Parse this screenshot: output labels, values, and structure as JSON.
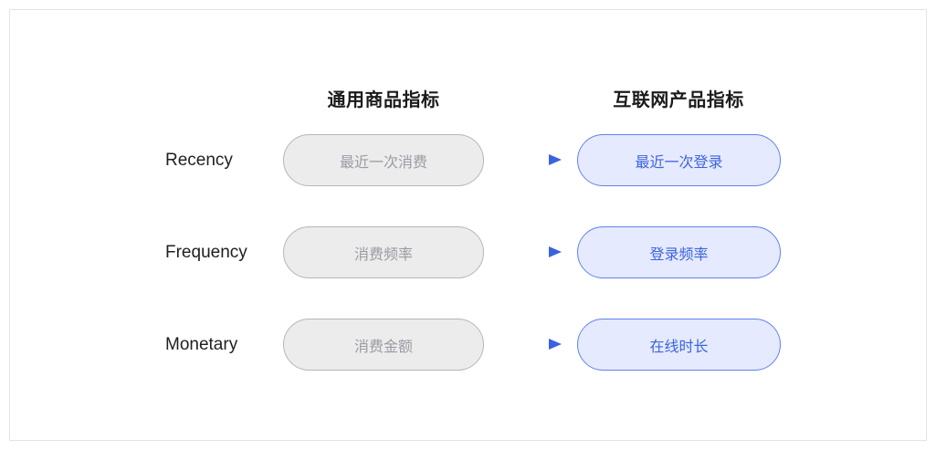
{
  "diagram": {
    "title_left": "通用商品指标",
    "title_right": "互联网产品指标",
    "colors": {
      "frame_border": "#e2e2e4",
      "gray_pill_fill": "#ececed",
      "gray_pill_border": "#b5b5bb",
      "gray_pill_text": "#9b9ba3",
      "blue_pill_fill": "#e5eaff",
      "blue_pill_border": "#5f82ec",
      "blue_pill_text": "#3d64dd",
      "arrow": "#4169e1",
      "label_text": "#1f1f1f",
      "header_text": "#1b1b1b",
      "background": "#ffffff"
    },
    "rows": [
      {
        "label": "Recency",
        "source": "最近一次消费",
        "target": "最近一次登录",
        "arrow": "right-arrow-icon"
      },
      {
        "label": "Frequency",
        "source": "消费频率",
        "target": "登录频率",
        "arrow": "right-arrow-icon"
      },
      {
        "label": "Monetary",
        "source": "消费金额",
        "target": "在线时长",
        "arrow": "right-arrow-icon"
      }
    ]
  }
}
